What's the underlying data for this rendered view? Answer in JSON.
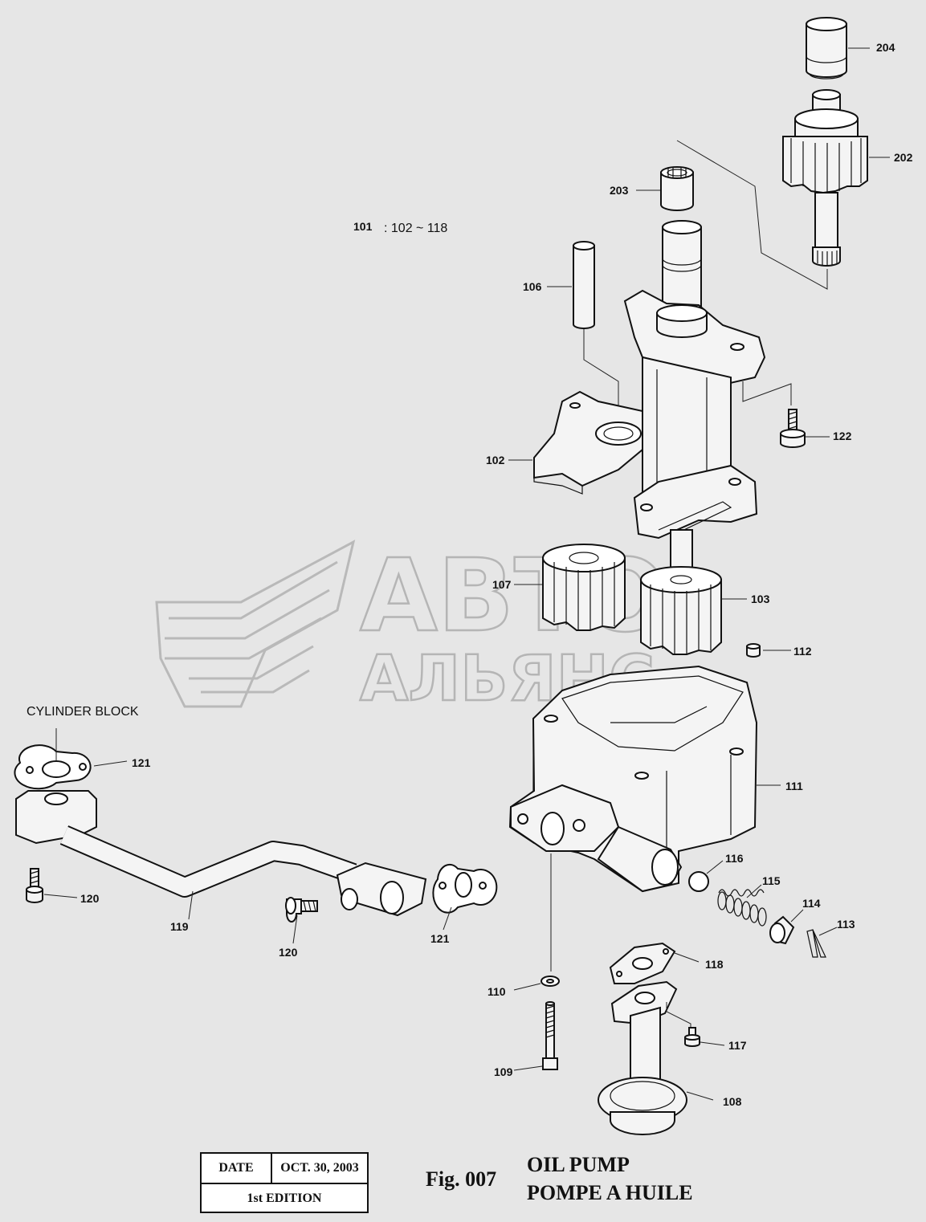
{
  "callouts": {
    "c204": "204",
    "c202": "202",
    "c203": "203",
    "c101": "101",
    "assembly_range": ": 102 ~ 118",
    "c106": "106",
    "c122": "122",
    "c102": "102",
    "c107": "107",
    "c103": "103",
    "c112": "112",
    "c111": "111",
    "c121a": "121",
    "c120a": "120",
    "c119": "119",
    "c120b": "120",
    "c121b": "121",
    "c116": "116",
    "c115": "115",
    "c114": "114",
    "c113": "113",
    "c118": "118",
    "c110": "110",
    "c117": "117",
    "c109": "109",
    "c108": "108"
  },
  "note_cylinder_block": "CYLINDER BLOCK",
  "watermark": {
    "line1": "АВТО",
    "line2": "АЛЬЯНС"
  },
  "title_block": {
    "date_label": "DATE",
    "date_value": "OCT. 30, 2003",
    "edition": "1st EDITION"
  },
  "figure": {
    "number": "Fig. 007",
    "title_en": "OIL PUMP",
    "title_fr": "POMPE A HUILE"
  }
}
